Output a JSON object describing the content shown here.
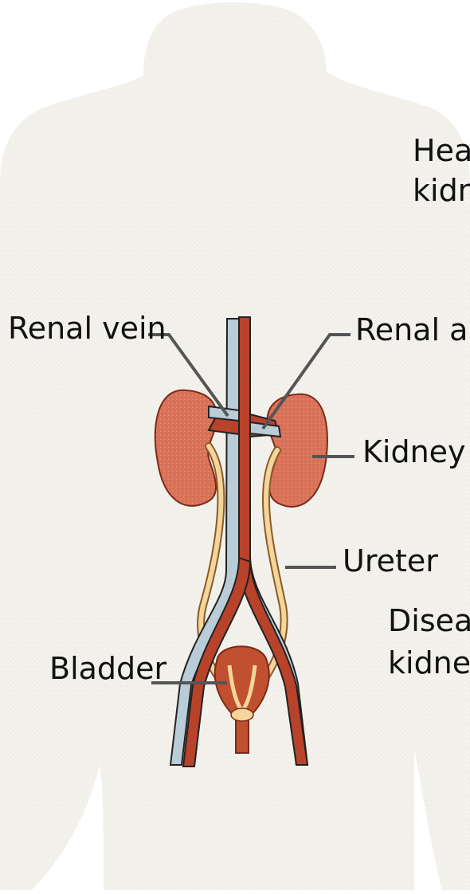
{
  "labels": {
    "healthy_line1": "Heal",
    "healthy_line2": "kidne",
    "renal_vein": "Renal vein",
    "renal_artery": "Renal art",
    "kidney": "Kidney",
    "ureter": "Ureter",
    "diseased_line1": "Diseas",
    "diseased_line2": "kidney",
    "bladder": "Bladder"
  },
  "colors": {
    "background": "#ffffff",
    "body_silhouette": "#f3f1ec",
    "artery": "#b8432a",
    "vein": "#b9ccd8",
    "kidney": "#d9735a",
    "kidney_inner": "#e9a27f",
    "ureter": "#f4d59a",
    "outline": "#222222",
    "leader_line": "#555555"
  }
}
